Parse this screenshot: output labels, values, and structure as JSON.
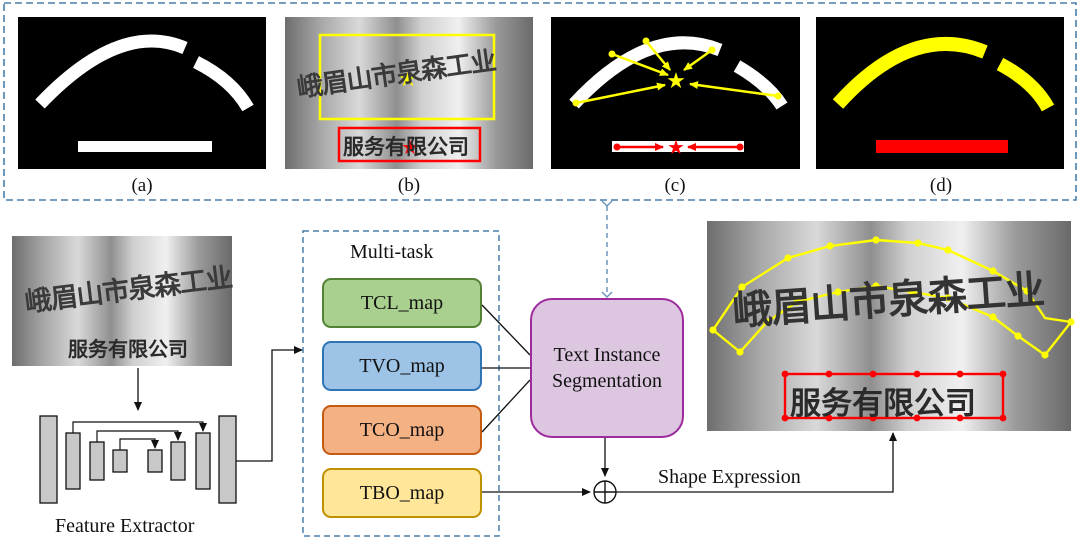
{
  "panels": {
    "captions": [
      "(a)",
      "(b)",
      "(c)",
      "(d)"
    ],
    "sign_top_text": "峨眉山市泉森工业",
    "sign_bottom_text": "服务有限公司"
  },
  "input_image": {
    "top_text": "峨眉山市泉森工业",
    "bottom_text": "服务有限公司"
  },
  "feature_extractor": {
    "label": "Feature Extractor"
  },
  "multitask": {
    "title": "Multi-task",
    "maps": [
      "TCL_map",
      "TVO_map",
      "TCO_map",
      "TBO_map"
    ]
  },
  "segmentation": {
    "label": "Text Instance Segmentation"
  },
  "shape_expression": {
    "label": "Shape Expression"
  },
  "output_image": {
    "top_text": "峨眉山市泉森工业",
    "bottom_text": "服务有限公司"
  },
  "colors": {
    "dashed_border": "#4a7fa8",
    "tcl_fill": "#a9d08e",
    "tcl_border": "#548235",
    "tvo_fill": "#9dc3e6",
    "tvo_border": "#2e75b6",
    "tco_fill": "#f4b183",
    "tco_border": "#c55a11",
    "tbo_fill": "#ffe699",
    "tbo_border": "#bf9000",
    "seg_fill": "#dcc6e0",
    "seg_border": "#9e2a9e",
    "highlight_yellow": "#ffff00",
    "highlight_red": "#ff0000"
  }
}
